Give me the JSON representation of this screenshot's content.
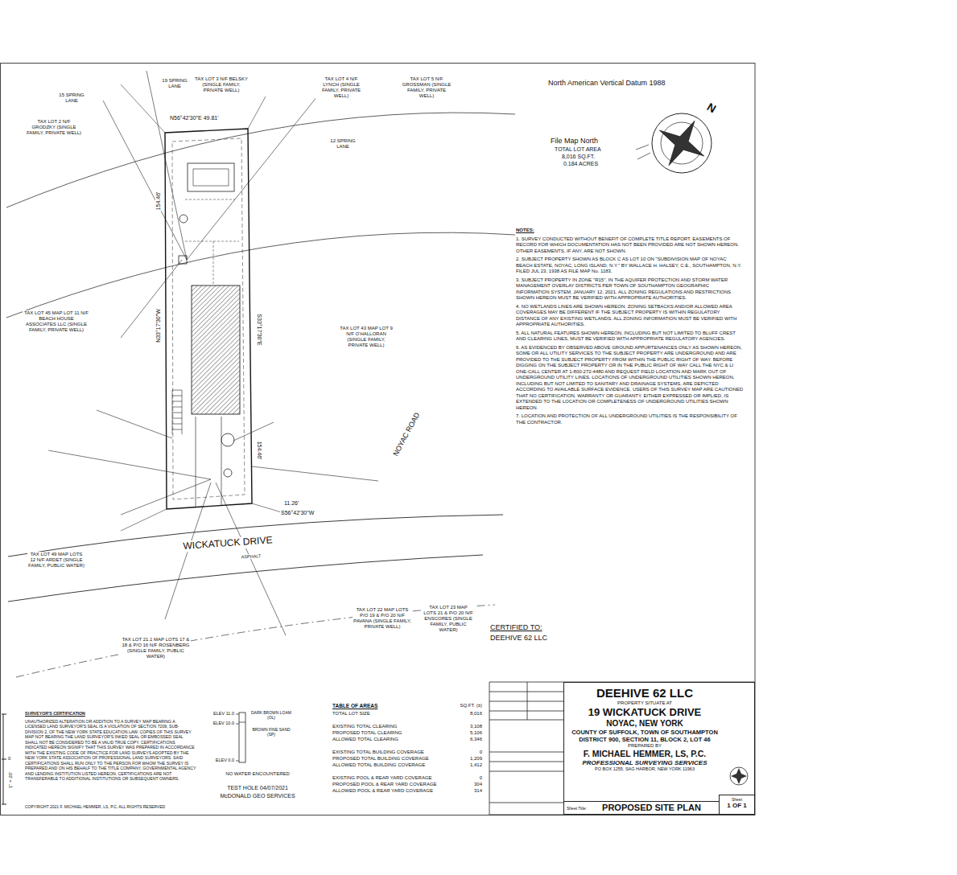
{
  "diagram": {
    "nodes": [
      {
        "text": [
          "DEEHIVE 62 LLC",
          "PROPERTY SITUATE AT",
          "19 WICKATUCK DRIVE",
          "NOYAC, NEW YORK",
          "COUNTY OF SUFFOLK, TOWN OF SOUTHAMPTON",
          "DISTRICT 900, SECTION 11, BLOCK 2, LOT 46",
          "PREPARED BY",
          "F. MICHAEL HEMMER, LS, P.C.",
          "PROFESSIONAL SURVEYING SERVICES",
          "PO BOX 1255, SAG HARBOR, NEW YORK 11963"
        ]
      },
      {
        "text": [
          "Sheet Title:",
          "PROPOSED SITE PLAN"
        ],
        "in": 0
      },
      {
        "text": [
          "Sheet",
          "1 OF 1"
        ],
        "in": 0
      }
    ],
    "labels": [
      "North American Vertical Datum 1988",
      "File Map North",
      "TOTAL LOT AREA",
      "8,016 SQ.FT.",
      "0.184 ACRES",
      "N",
      "NOTES:",
      "1. SURVEY CONDUCTED WITHOUT BENEFIT OF COMPLETE TITLE REPORT. EASEMENTS OF RECORD FOR WHICH DOCUMENTATION HAS NOT BEEN PROVIDED ARE NOT SHOWN HEREON. OTHER EASEMENTS, IF ANY, ARE NOT SHOWN.",
      "2. SUBJECT PROPERTY SHOWN AS BLOCK C AS LOT 10 ON \"SUBDIVISION MAP OF NOYAC BEACH ESTATE, NOYAC, LONG ISLAND, N.Y.\" BY WALLACE H. HALSEY, C.E., SOUTHAMPTON, N.Y. FILED JUL 23, 1938 AS FILE MAP No. 1183.",
      "3. SUBJECT PROPERTY IN ZONE \"R15\", IN THE AQUIFER PROTECTION AND STORM WATER MANAGEMENT OVERLAY DISTRICTS PER TOWN OF SOUTHAMPTON GEOGRAPHIC INFORMATION SYSTEM, JANUARY 12, 2021. ALL ZONING REGULATIONS AND RESTRICTIONS SHOWN HEREON MUST BE VERIFIED WITH APPROPRIATE AUTHORITIES.",
      "4. NO WETLANDS LINES ARE SHOWN HEREON. ZONING SETBACKS AND/OR ALLOWED AREA COVERAGES MAY BE DIFFERENT IF THE SUBJECT PROPERTY IS WITHIN REGULATORY DISTANCE OF ANY EXISTING WETLANDS. ALL ZONING INFORMATION MUST BE VERIFIED WITH APPROPRIATE AUTHORITIES.",
      "5. ALL NATURAL FEATURES SHOWN HEREON, INCLUDING BUT NOT LIMITED TO BLUFF CREST AND CLEARING LINES, MUST BE VERIFIED WITH APPROPRIATE REGULATORY AGENCIES.",
      "6. AS EVIDENCED BY OBSERVED ABOVE GROUND APPURTENANCES ONLY AS SHOWN HEREON, SOME OR ALL UTILITY SERVICES TO THE SUBJECT PROPERTY ARE UNDERGROUND AND ARE PROVIDED TO THE SUBJECT PROPERTY FROM WITHIN THE PUBLIC RIGHT OF WAY. BEFORE DIGGING ON THE SUBJECT PROPERTY OR IN THE PUBLIC RIGHT OF WAY CALL THE NYC & LI ONE-CALL CENTER AT 1-800-272-4480 AND REQUEST FIELD LOCATION AND MARK OUT OF UNDERGROUND UTILITY LINES. LOCATIONS OF UNDERGROUND UTILITIES SHOWN HEREON, INCLUDING BUT NOT LIMITED TO SANITARY AND DRAINAGE SYSTEMS, ARE DEPICTED ACCORDING TO AVAILABLE SURFACE EVIDENCE. USERS OF THIS SURVEY MAP ARE CAUTIONED THAT NO CERTIFICATION, WARRANTY OR GUARANTY, EITHER EXPRESSED OR IMPLIED, IS EXTENDED TO THE LOCATION OR COMPLETENESS OF UNDERGROUND UTILITIES SHOWN HEREON.",
      "7. LOCATION AND PROTECTION OF ALL UNDERGROUND UTILITIES IS THE RESPONSIBILITY OF THE CONTRACTOR.",
      "WICKATUCK DRIVE",
      "ASPHALT",
      "NOYAC ROAD",
      "CERTIFIED TO:",
      "DEEHIVE 62 LLC",
      "N56°42'30\"E 49.81'",
      "N33°17'30\"W",
      "154.46'",
      "S33°17'30\"E",
      "154.46'",
      "11.26'",
      "S56°42'30\"W",
      "15 SPRING LANE",
      "19 SPRING LANE",
      "TAX LOT 3 N/F BELSKY (SINGLE FAMILY, PRIVATE WELL)",
      "TAX LOT 4 N/F LYNCH (SINGLE FAMILY, PRIVATE WELL)",
      "TAX LOT 5 N/F GROSSMAN (SINGLE FAMILY, PRIVATE WELL)",
      "12 SPRING LANE",
      "TAX LOT 2 N/F GRODZKY (SINGLE FAMILY, PRIVATE WELL)",
      "TAX LOT 45 MAP LOT 11 N/F BEACH HOUSE ASSOCIATES LLC (SINGLE FAMILY, PRIVATE WELL)",
      "TAX LOT 43 MAP LOT 9 N/F O'HALLORAN (SINGLE FAMILY, PRIVATE WELL)",
      "TAX LOT 49 MAP LOTS 12 N/F ARDET (SINGLE FAMILY, PUBLIC WATER)",
      "TAX LOT 22 MAP LOTS P/O 19 & P/O 20 N/F PAVANA (SINGLE FAMILY, PRIVATE WELL)",
      "TAX LOT 23 MAP LOTS 21 & P/O 20 N/F ENSCORES (SINGLE FAMILY, PUBLIC WATER)",
      "TAX LOT 21.1 MAP LOTS 17 & 18 & P/O 16 N/F ROSENBERG (SINGLE FAMILY, PUBLIC WATER)",
      "TABLE OF AREAS",
      "SQ.FT. (±)",
      "TOTAL LOT SIZE",
      "8,016",
      "EXISTING TOTAL CLEARING",
      "3,108",
      "PROPOSED TOTAL CLEARING",
      "5,106",
      "ALLOWED TOTAL CLEARING",
      "6,346",
      "EXISTING TOTAL BUILDING COVERAGE",
      "0",
      "PROPOSED TOTAL BUILDING COVERAGE",
      "1,209",
      "ALLOWED TOTAL BUILDING COVERAGE",
      "1,412",
      "EXISTING POOL & REAR YARD COVERAGE",
      "0",
      "PROPOSED POOL & REAR YARD COVERAGE",
      "304",
      "ALLOWED POOL & REAR YARD COVERAGE",
      "314",
      "ELEV 11.0",
      "ELEV 10.0",
      "ELEV 0.0",
      "DARK BROWN LOAM (OL)",
      "BROWN FINE SAND (SP)",
      "NO WATER ENCOUNTERED",
      "TEST HOLE 04/07/2021",
      "McDONALD GEO SERVICES",
      "0",
      "1\" = 20'",
      "SURVEYOR'S CERTIFICATION",
      "UNAUTHORIZED ALTERATION OR ADDITION TO A SURVEY MAP BEARING A LICENSED LAND SURVEYOR'S SEAL IS A VIOLATION OF SECTION 7209, SUB-DIVISION 2, OF THE NEW YORK STATE EDUCATION LAW. COPIES OF THIS SURVEY MAP NOT BEARING THE LAND SURVEYOR'S INKED SEAL OR EMBOSSED SEAL SHALL NOT BE CONSIDERED TO BE A VALID TRUE COPY. CERTIFICATIONS INDICATED HEREON SIGNIFY THAT THIS SURVEY WAS PREPARED IN ACCORDANCE WITH THE EXISTING CODE OF PRACTICE FOR LAND SURVEYS ADOPTED BY THE NEW YORK STATE ASSOCIATION OF PROFESSIONAL LAND SURVEYORS. SAID CERTIFICATIONS SHALL RUN ONLY TO THE PERSON FOR WHOM THE SURVEY IS PREPARED AND ON HIS BEHALF TO THE TITLE COMPANY, GOVERNMENTAL AGENCY AND LENDING INSTITUTION LISTED HEREON. CERTIFICATIONS ARE NOT TRANSFERABLE TO ADDITIONAL INSTITUTIONS OR SUBSEQUENT OWNERS.",
      "COPYRIGHT 2021 F. MICHAEL HEMMER, LS, P.C. ALL RIGHTS RESERVED"
    ]
  }
}
